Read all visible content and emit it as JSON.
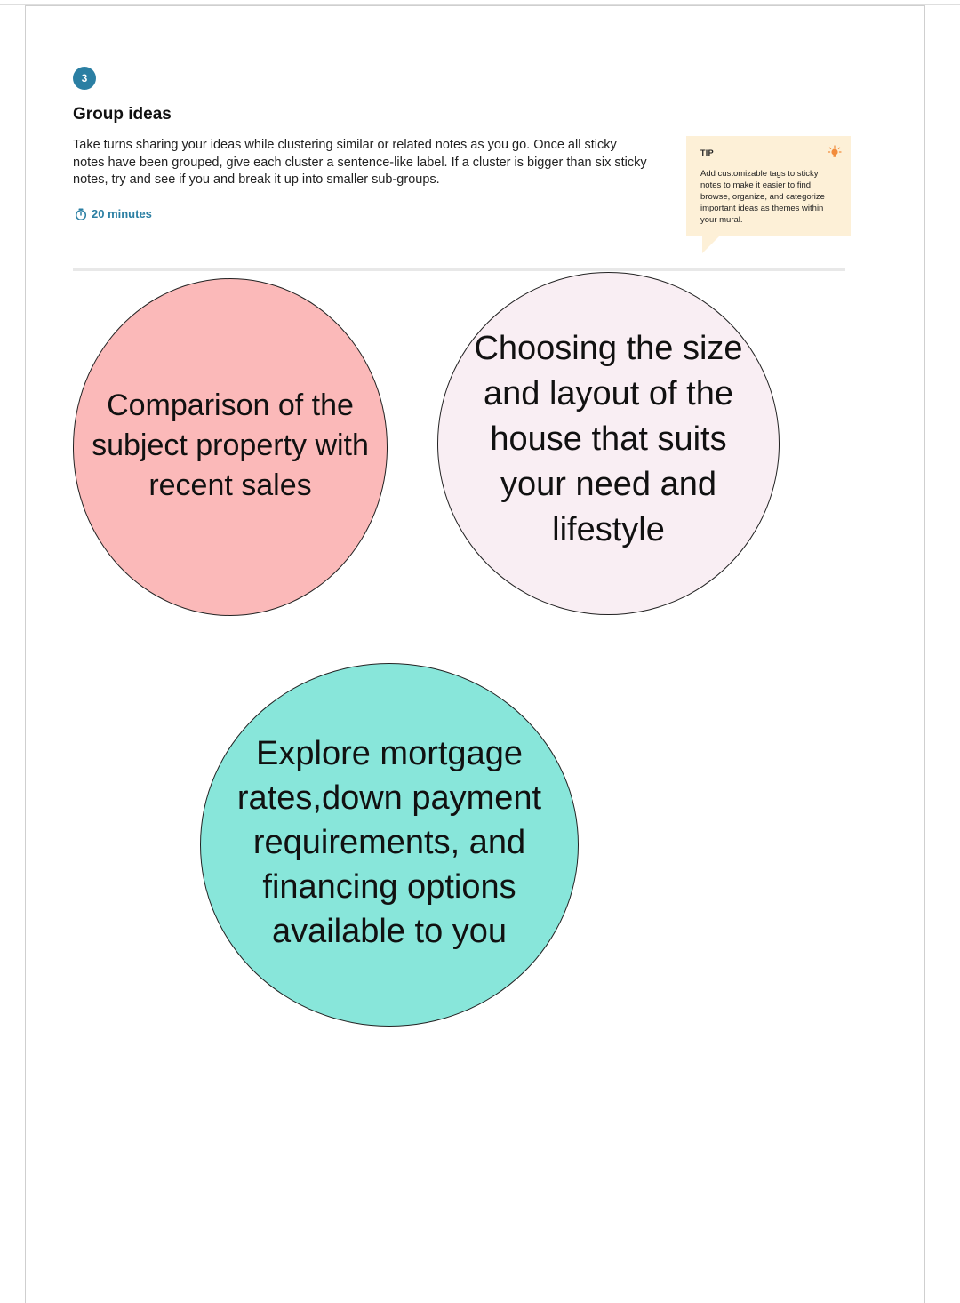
{
  "step": {
    "number": "3",
    "title": "Group ideas",
    "description": "Take turns sharing your ideas while clustering similar or related notes as you go. Once all sticky notes have been grouped, give each cluster a sentence-like label. If a cluster is bigger than six sticky notes, try and see if you and break it up into smaller sub-groups.",
    "duration": "20 minutes",
    "duration_icon": "timer-icon"
  },
  "tip": {
    "label": "TIP",
    "text": "Add customizable tags to sticky notes to make it easier to find, browse, organize, and categorize important ideas as themes within your mural.",
    "icon": "lightbulb-icon"
  },
  "clusters": [
    {
      "label": "Comparison of the subject property with recent sales",
      "color": "#fbb9b9"
    },
    {
      "label": "Choosing the size and layout of the house that suits your need and lifestyle",
      "color": "#f9eef3"
    },
    {
      "label": "Explore mortgage rates,down payment requirements, and financing options available to you",
      "color": "#88e6da"
    }
  ],
  "colors": {
    "accent": "#2b7fa3",
    "tip_background": "#fdf0d7",
    "bulb": "#f28c3c"
  }
}
